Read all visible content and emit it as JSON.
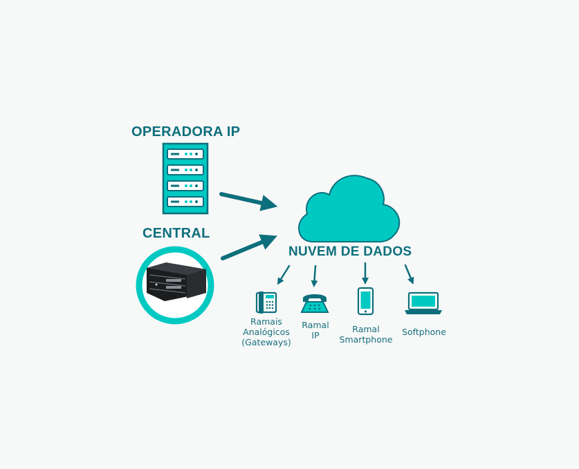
{
  "diagram": {
    "operator_label": "OPERADORA IP",
    "central_label": "CENTRAL",
    "cloud_label": "NUVEM DE DADOS",
    "devices": [
      {
        "lines": [
          "Ramais",
          "Analógicos",
          "(Gateways)"
        ],
        "icon": "desk-phone-icon"
      },
      {
        "lines": [
          "Ramal",
          "IP"
        ],
        "icon": "ip-phone-icon"
      },
      {
        "lines": [
          "Ramal",
          "Smartphone"
        ],
        "icon": "smartphone-icon"
      },
      {
        "lines": [
          "Softphone"
        ],
        "icon": "laptop-icon"
      }
    ]
  },
  "colors": {
    "teal_dark": "#0d6f7c",
    "teal_light": "#00c9c2",
    "background": "#f7f8f8"
  }
}
